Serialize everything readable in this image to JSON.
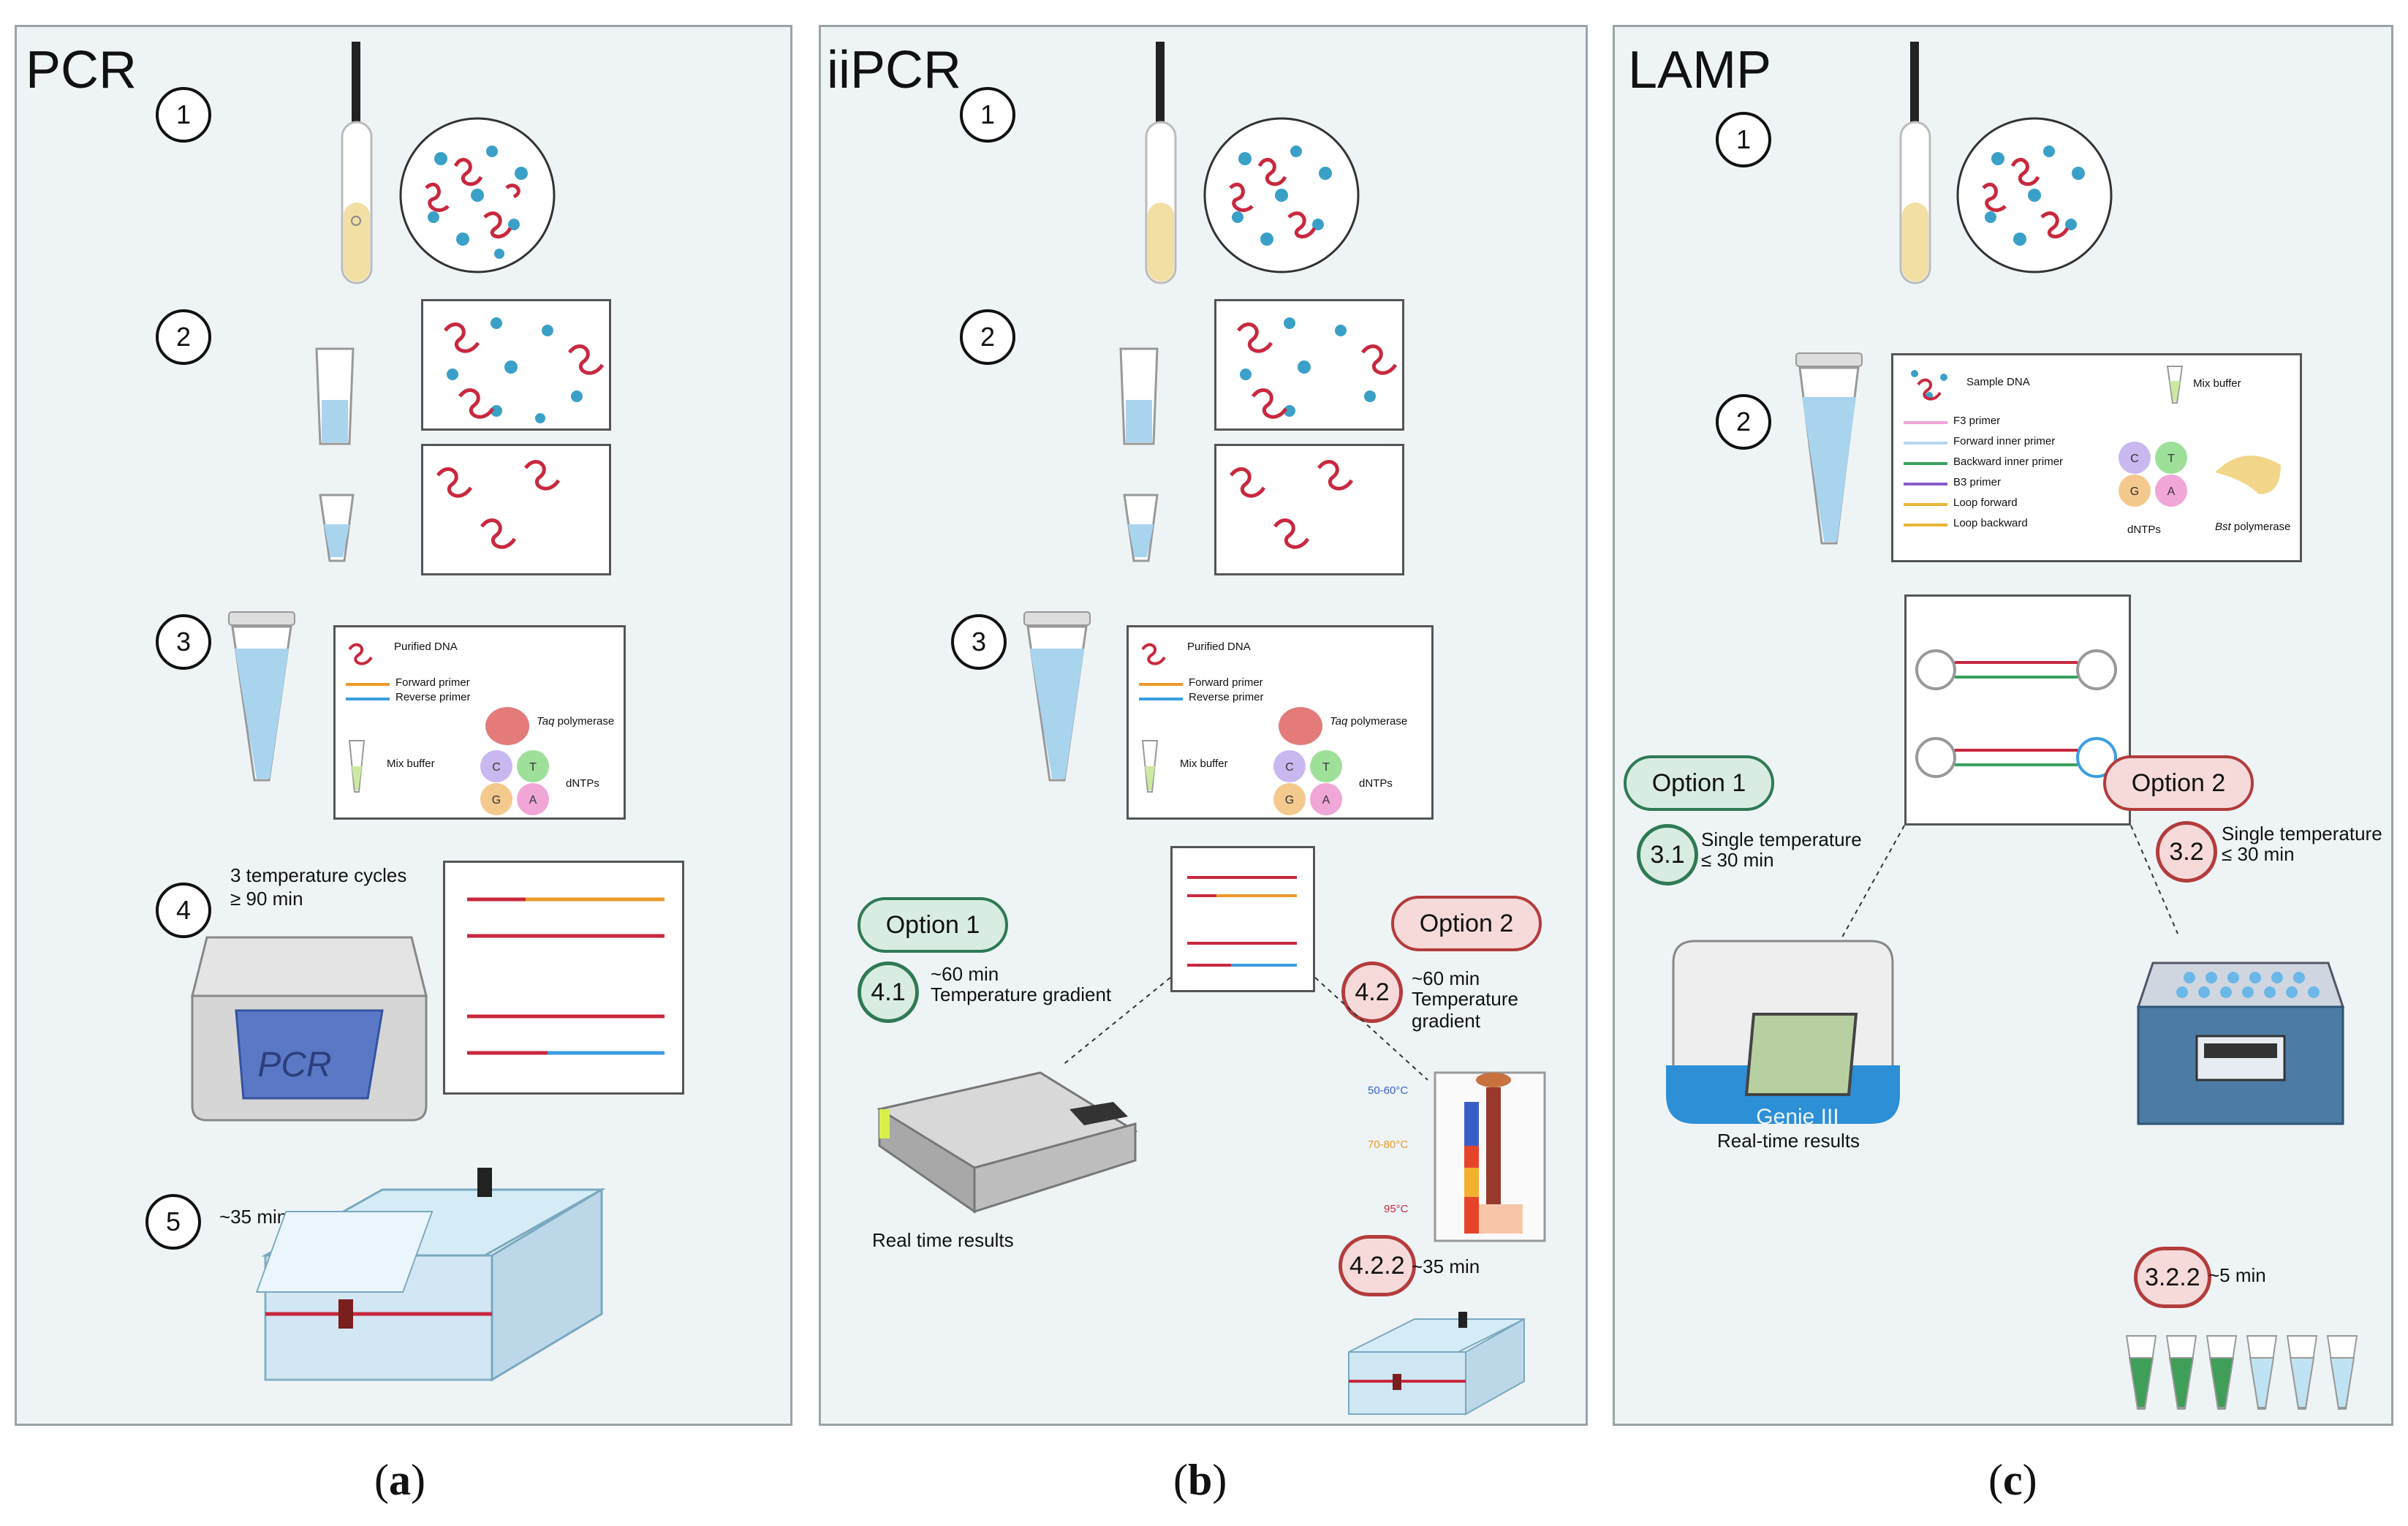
{
  "panels": {
    "a": {
      "title": "PCR",
      "steps": [
        "1",
        "2",
        "3",
        "4",
        "5"
      ],
      "step3": {
        "purified_dna": "Purified DNA",
        "forward_primer": "Forward primer",
        "reverse_primer": "Reverse primer",
        "polymerase_italic": "Taq",
        "polymerase_rest": " polymerase",
        "mix_buffer": "Mix buffer",
        "dntps": "dNTPs"
      },
      "step4_line1": "3 temperature cycles",
      "step4_line2": "≥ 90 min",
      "device_label": "PCR",
      "step5_time": "~35 min",
      "caption_open": "(",
      "caption_letter": "a",
      "caption_close": ")"
    },
    "b": {
      "title": "iiPCR",
      "steps": [
        "1",
        "2",
        "3"
      ],
      "step3": {
        "purified_dna": "Purified DNA",
        "forward_primer": "Forward primer",
        "reverse_primer": "Reverse primer",
        "polymerase_italic": "Taq",
        "polymerase_rest": " polymerase",
        "mix_buffer": "Mix buffer",
        "dntps": "dNTPs"
      },
      "option1": "Option 1",
      "option2": "Option 2",
      "step41": "4.1",
      "step41_line1": "~60 min",
      "step41_line2": "Temperature gradient",
      "step42": "4.2",
      "step42_line1": "~60 min",
      "step42_line2": "Temperature gradient",
      "temp_50_60": "50-60°C",
      "temp_70_80": "70-80°C",
      "temp_95": "95°C",
      "real_time": "Real time results",
      "step422": "4.2.2",
      "step422_time": "~35 min",
      "caption_letter": "b"
    },
    "c": {
      "title": "LAMP",
      "steps": [
        "1",
        "2"
      ],
      "legend": {
        "sample_dna": "Sample DNA",
        "f3": "F3 primer",
        "fip": "Forward inner primer",
        "bip": "Backward inner primer",
        "b3": "B3 primer",
        "loop_f": "Loop forward",
        "loop_b": "Loop backward",
        "mix_buffer": "Mix buffer",
        "dntps": "dNTPs",
        "bst_italic": "Bst",
        "bst_rest": " polymerase"
      },
      "option1": "Option 1",
      "option2": "Option 2",
      "step31": "3.1",
      "step31_line1": "Single temperature",
      "step31_line2": "≤ 30 min",
      "step32": "3.2",
      "step32_line1": "Single temperature",
      "step32_line2": "≤ 30 min",
      "device_label": "Genie III",
      "real_time": "Real-time results",
      "step322": "3.2.2",
      "step322_time": "~5 min",
      "caption_letter": "c"
    }
  },
  "dntp_letters": [
    "C",
    "T",
    "G",
    "A"
  ],
  "colors": {
    "panel_bg": "#eef4f5",
    "dna_red": "#c8283e",
    "dots_blue": "#3aa0c8",
    "primer_orange": "#e89a2a",
    "primer_blue": "#3a9ee0",
    "option_green": "#2f7a55",
    "option_red": "#b33c3c"
  }
}
